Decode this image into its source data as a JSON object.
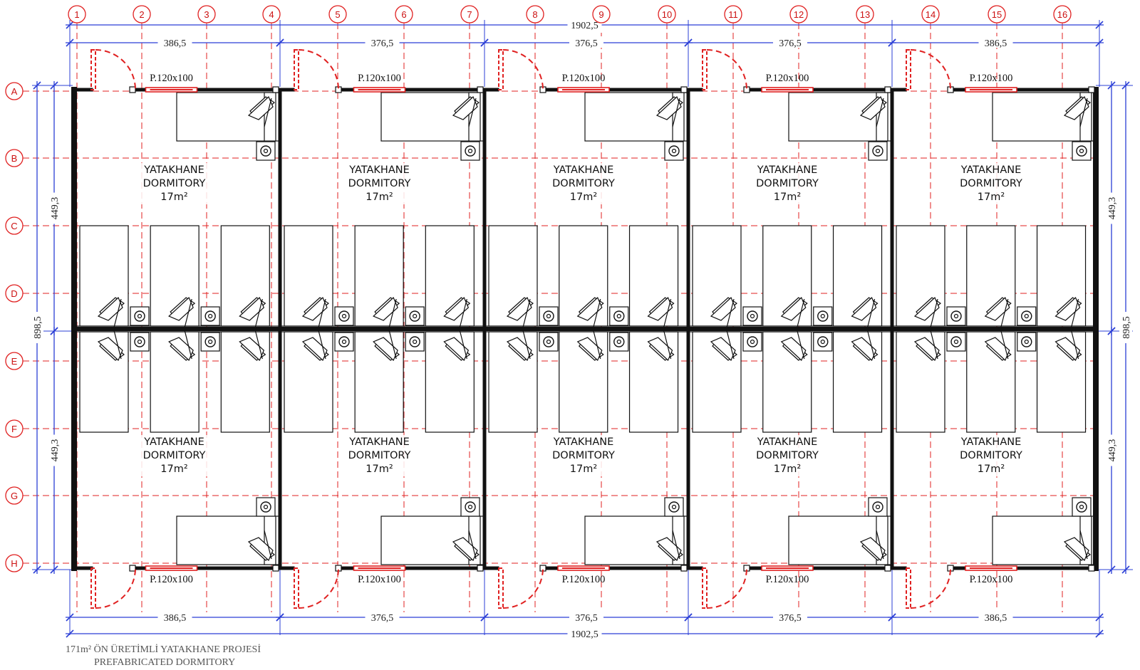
{
  "grid": {
    "columns": [
      "1",
      "2",
      "3",
      "4",
      "5",
      "6",
      "7",
      "8",
      "9",
      "10",
      "11",
      "12",
      "13",
      "14",
      "15",
      "16"
    ],
    "rows": [
      "A",
      "B",
      "C",
      "D",
      "E",
      "F",
      "G",
      "H"
    ]
  },
  "dimensions": {
    "overall_top": "1902,5",
    "overall_bottom": "1902,5",
    "modules_top": [
      "386,5",
      "376,5",
      "376,5",
      "376,5",
      "386,5"
    ],
    "modules_bottom": [
      "386,5",
      "376,5",
      "376,5",
      "376,5",
      "386,5"
    ],
    "left_half_upper": "449,3",
    "left_half_lower": "449,3",
    "left_overall": "898,5",
    "right_half_upper": "449,3",
    "right_half_lower": "449,3",
    "right_overall": "898,5"
  },
  "rooms": {
    "name_tr": "YATAKHANE",
    "name_en": "DORMITORY",
    "area": "17m²",
    "count_per_row": 5
  },
  "window_label": "P.120x100",
  "caption": {
    "line1": "171m² ÖN ÜRETİMLİ YATAKHANE PROJESİ",
    "line2": "PREFABRICATED DORMITORY"
  },
  "colors": {
    "grid": "#e02020",
    "wall": "#111111",
    "dimension": "#2b3fd6",
    "door": "#e02020"
  }
}
